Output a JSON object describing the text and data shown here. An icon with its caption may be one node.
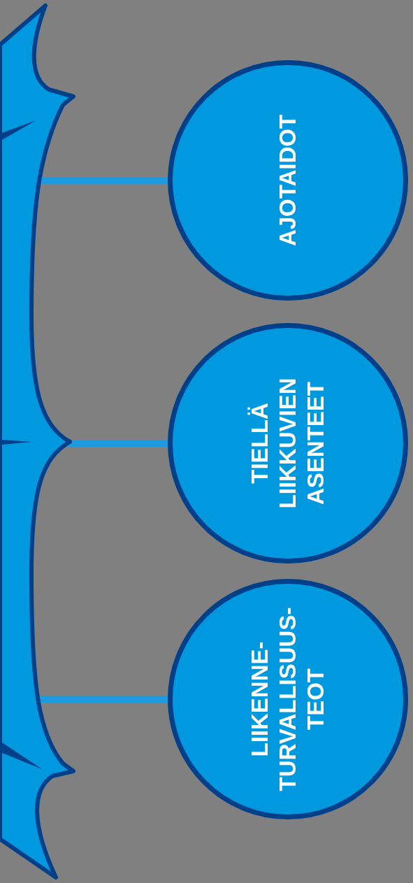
{
  "diagram": {
    "nodes": [
      {
        "text": [],
        "shape": "brace"
      },
      {
        "text": [
          "LIIKENNE- TURVALLISUUS- TEOT"
        ]
      },
      {
        "text": [
          "TIELLÄ LIIKKUVIEN ASENTEET"
        ]
      },
      {
        "text": [
          "AJOTAIDOT"
        ]
      }
    ],
    "edges": [
      {
        "from": 0,
        "to": 1,
        "arrow": "none"
      },
      {
        "from": 0,
        "to": 2,
        "arrow": "none"
      },
      {
        "from": 0,
        "to": 3,
        "arrow": "none"
      }
    ]
  }
}
